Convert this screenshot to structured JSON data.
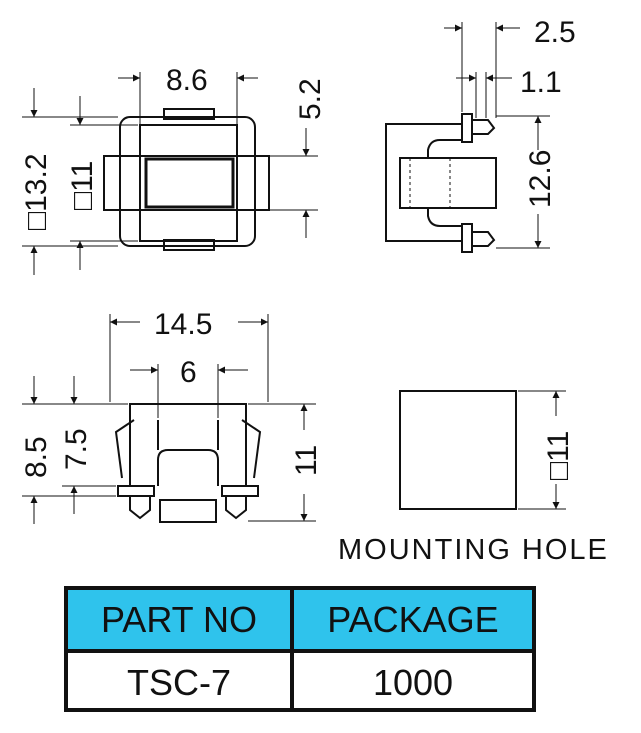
{
  "dimensions": {
    "top_width": "8.6",
    "top_height_outer": "□13.2",
    "top_height_inner": "□11",
    "top_right_small": "5.2",
    "side_top_wide": "2.5",
    "side_top_narrow": "1.1",
    "side_height": "12.6",
    "front_width": "14.5",
    "front_pin_pitch": "6",
    "front_height_outer": "8.5",
    "front_height_inner": "7.5",
    "front_total_height": "11",
    "hole_size": "□11"
  },
  "caption": "MOUNTING HOLE",
  "table": {
    "headers": [
      "PART NO",
      "PACKAGE"
    ],
    "row": [
      "TSC-7",
      "1000"
    ]
  },
  "colors": {
    "header_fill": "#2fc3ec",
    "line": "#111111"
  }
}
